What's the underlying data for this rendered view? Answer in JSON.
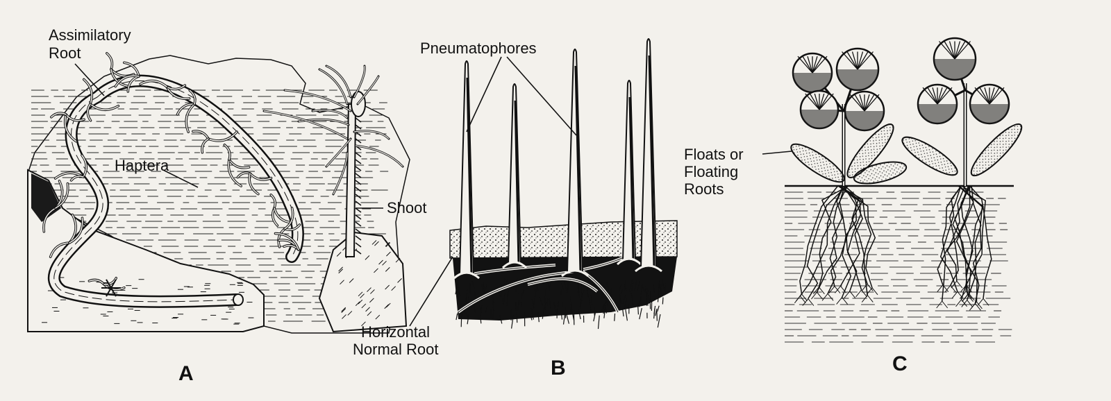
{
  "figure": {
    "panels": [
      {
        "letter": "A",
        "labels": {
          "assimilatory_line1": "Assimilatory",
          "assimilatory_line2": "Root",
          "haptera": "Haptera",
          "shoot": "Shoot"
        }
      },
      {
        "letter": "B",
        "labels": {
          "pneumatophores": "Pneumatophores",
          "horizontal_line1": "Horizontal",
          "horizontal_line2": "Normal Root"
        }
      },
      {
        "letter": "C",
        "labels": {
          "floats_line1": "Floats or",
          "floats_line2": "Floating",
          "floats_line3": "Roots"
        }
      }
    ]
  },
  "colors": {
    "ink": "#111111",
    "paper": "#f3f1ec",
    "water_line": "#333333"
  }
}
